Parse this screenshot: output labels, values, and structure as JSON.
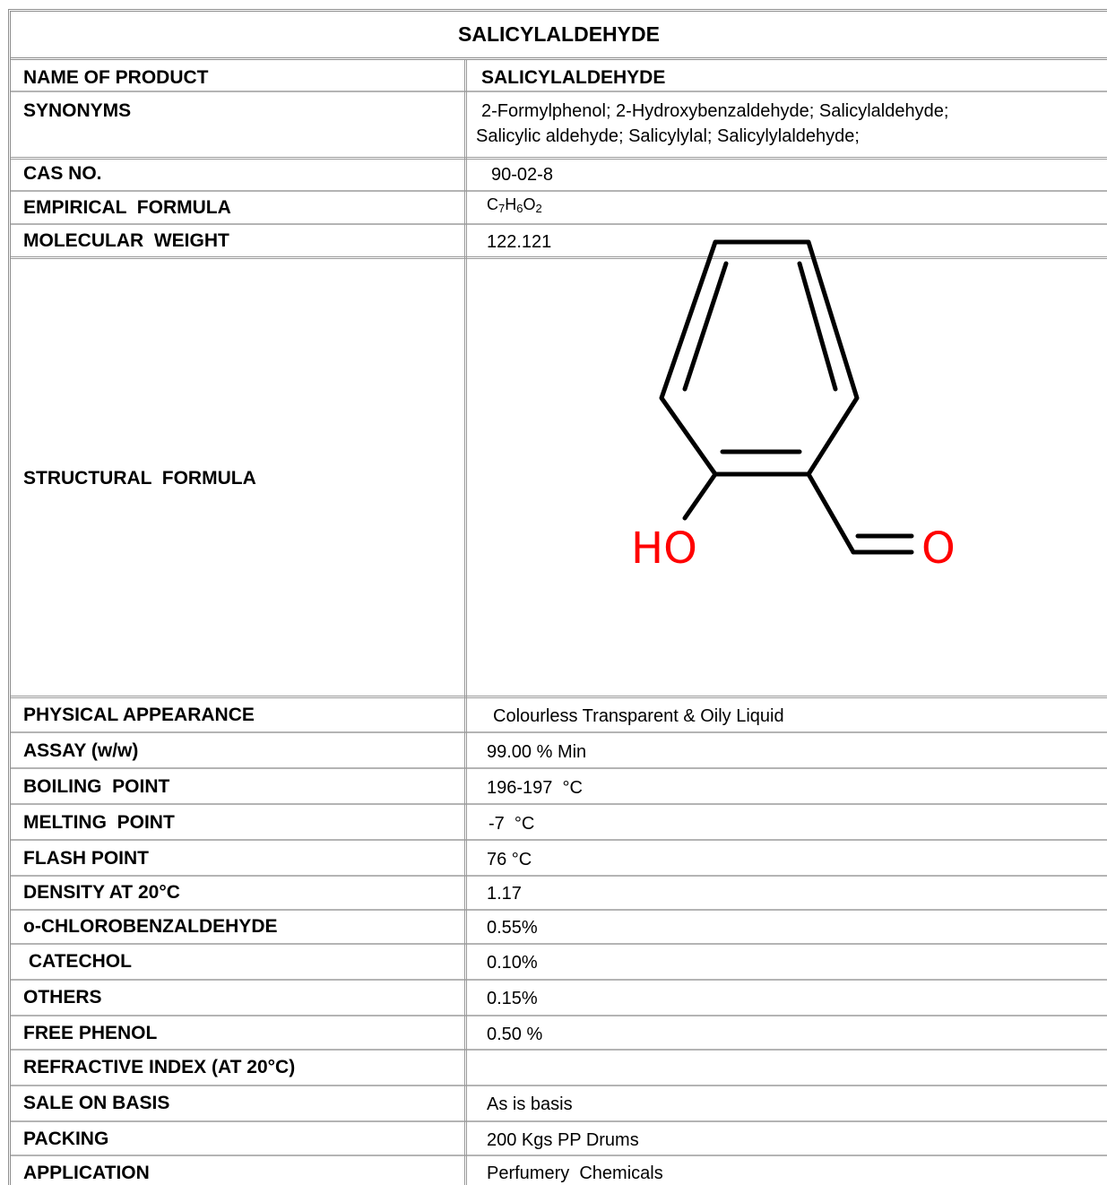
{
  "title": "SALICYLALDEHYDE",
  "rows": [
    {
      "label": "NAME OF PRODUCT",
      "value": "SALICYLALDEHYDE"
    },
    {
      "label": "SYNONYMS",
      "value_line1": "2-Formylphenol; 2-Hydroxybenzaldehyde; Salicylaldehyde;",
      "value_line2": "Salicylic aldehyde; Salicylylal; Salicylylaldehyde;"
    },
    {
      "label": "CAS NO.",
      "value": "90-02-8"
    },
    {
      "label": "EMPIRICAL  FORMULA",
      "formula": {
        "c": "C",
        "c_sub": "7",
        "h": "H",
        "h_sub": "6",
        "o": "O",
        "o_sub": "2"
      }
    },
    {
      "label": "MOLECULAR  WEIGHT",
      "value": "122.121"
    },
    {
      "label": "STRUCTURAL  FORMULA",
      "structure": {
        "ho_label": "HO",
        "o_label": "O",
        "bond_color": "#000000",
        "heteroatom_color": "#ff0000"
      }
    },
    {
      "label": "PHYSICAL APPEARANCE",
      "value": "Colourless Transparent & Oily Liquid"
    },
    {
      "label": "ASSAY (w/w)",
      "value": "99.00 % Min"
    },
    {
      "label": "BOILING  POINT",
      "value": "196-197  °C"
    },
    {
      "label": "MELTING  POINT",
      "value": "-7  °C"
    },
    {
      "label": "FLASH POINT",
      "value": "76 °C"
    },
    {
      "label": "DENSITY AT 20°C",
      "value": "1.17"
    },
    {
      "label": "o-CHLOROBENZALDEHYDE",
      "value": "0.55%"
    },
    {
      "label": " CATECHOL",
      "value": "0.10%"
    },
    {
      "label": "OTHERS",
      "value": "0.15%"
    },
    {
      "label": "FREE PHENOL",
      "value": "0.50 %"
    },
    {
      "label": "REFRACTIVE INDEX (AT 20°C)",
      "value": ""
    },
    {
      "label": "SALE ON BASIS",
      "value": "As is basis"
    },
    {
      "label": "PACKING",
      "value": "200 Kgs PP Drums"
    },
    {
      "label": "APPLICATION",
      "value": "Perfumery  Chemicals"
    }
  ]
}
